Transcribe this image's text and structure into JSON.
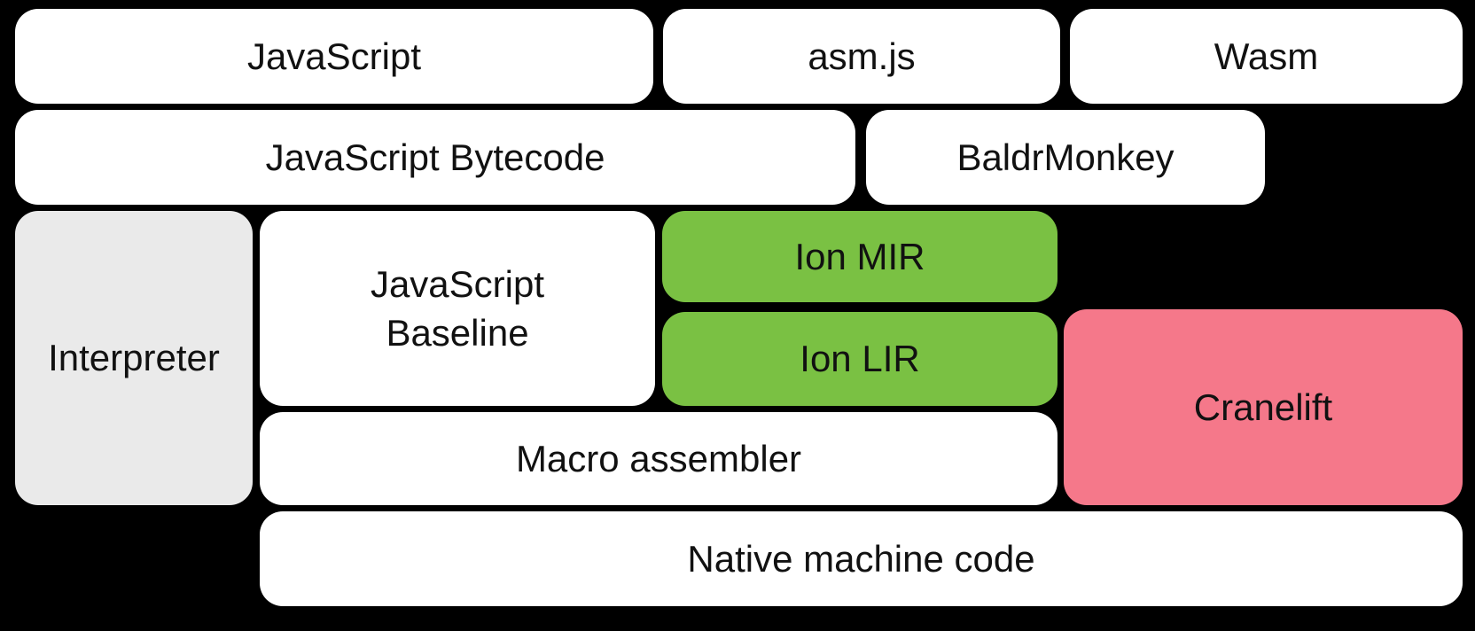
{
  "diagram": {
    "type": "block-diagram",
    "description_of_pixels": "Rounded rectangles on black background showing a JavaScript/Wasm engine compilation pipeline"
  },
  "colors": {
    "background": "#000000",
    "box_white": "#ffffff",
    "box_gray": "#eaeaea",
    "box_green": "#7ac143",
    "box_pink": "#f5788a",
    "text": "#111111"
  },
  "boxes": [
    {
      "id": "javascript",
      "label": "JavaScript",
      "color_key": "box_white"
    },
    {
      "id": "asmjs",
      "label": "asm.js",
      "color_key": "box_white"
    },
    {
      "id": "wasm",
      "label": "Wasm",
      "color_key": "box_white"
    },
    {
      "id": "js-bytecode",
      "label": "JavaScript Bytecode",
      "color_key": "box_white"
    },
    {
      "id": "baldrmonkey",
      "label": "BaldrMonkey",
      "color_key": "box_white"
    },
    {
      "id": "interpreter",
      "label": "Interpreter",
      "color_key": "box_gray"
    },
    {
      "id": "js-baseline",
      "label": "JavaScript Baseline",
      "color_key": "box_white"
    },
    {
      "id": "ion-mir",
      "label": "Ion MIR",
      "color_key": "box_green"
    },
    {
      "id": "ion-lir",
      "label": "Ion LIR",
      "color_key": "box_green"
    },
    {
      "id": "cranelift",
      "label": "Cranelift",
      "color_key": "box_pink"
    },
    {
      "id": "macro-assembler",
      "label": "Macro assembler",
      "color_key": "box_white"
    },
    {
      "id": "native-code",
      "label": "Native machine code",
      "color_key": "box_white"
    }
  ]
}
